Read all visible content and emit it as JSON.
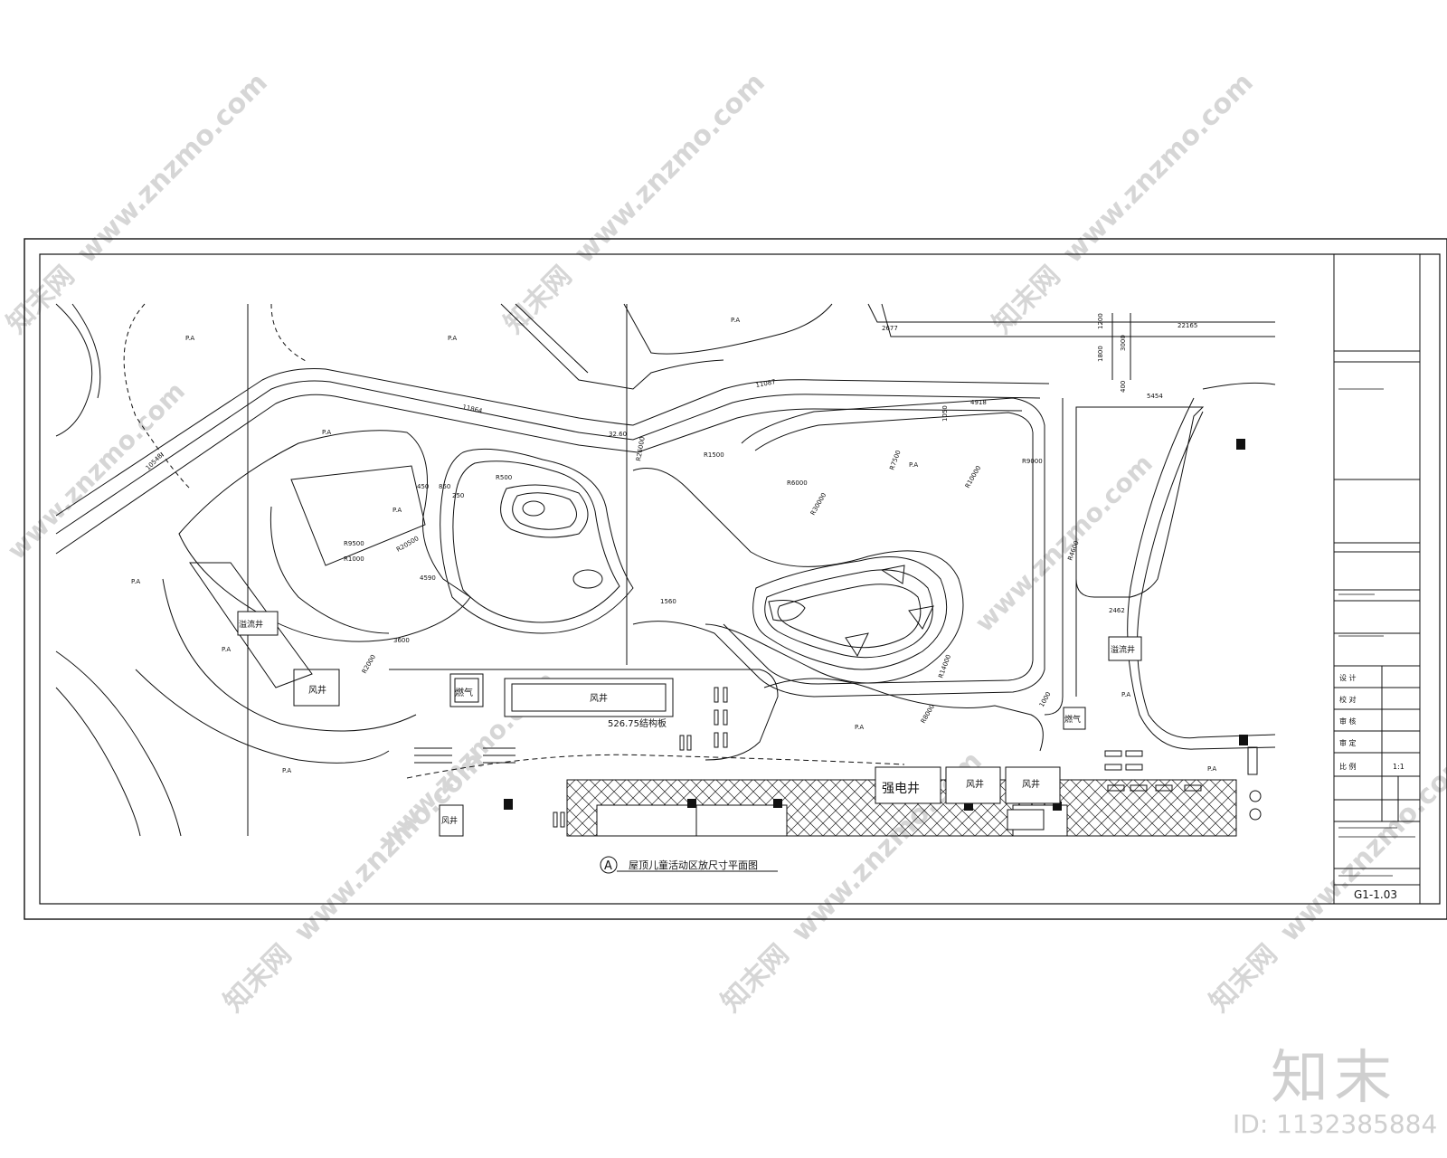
{
  "watermark": {
    "text": "www.znzmo.com",
    "brand_cn": "知末网"
  },
  "brand_logo": "知末",
  "image_id": "ID: 1132385884",
  "drawing": {
    "title": "屋顶儿童活动区放尺寸平面图",
    "callout_letter": "A",
    "sheet_number": "G1-1.03",
    "elevation_label": "526.75结构板",
    "area_label": "P.A"
  },
  "title_block": {
    "approval_rows": [
      "设 计",
      "校 对",
      "审 核",
      "审 定"
    ],
    "scale_label": "比 例",
    "scale_value": "1:1"
  },
  "facilities": [
    {
      "id": "gas-1",
      "label": "燃气"
    },
    {
      "id": "gas-2",
      "label": "燃气"
    },
    {
      "id": "vent-1",
      "label": "风井"
    },
    {
      "id": "vent-2",
      "label": "风井"
    },
    {
      "id": "vent-3",
      "label": "风井"
    },
    {
      "id": "vent-4",
      "label": "风井"
    },
    {
      "id": "vent-5",
      "label": "风井"
    },
    {
      "id": "power-well",
      "label": "强电井"
    },
    {
      "id": "drain-1",
      "label": "溢流井"
    },
    {
      "id": "drain-2",
      "label": "溢流井"
    }
  ],
  "dimensions": [
    "11864",
    "10548",
    "32.60",
    "11087",
    "2677",
    "22165",
    "1200",
    "1800",
    "3000",
    "400",
    "5454",
    "4918",
    "1050",
    "2462",
    "1000",
    "3600",
    "4590",
    "1560",
    "450",
    "850",
    "250",
    "R500",
    "R1000",
    "R1500",
    "R2000",
    "R6000",
    "R7500",
    "R8000",
    "R9000",
    "R10000",
    "R14000",
    "R26000",
    "R30000",
    "R20500",
    "R9500",
    "R4600"
  ]
}
